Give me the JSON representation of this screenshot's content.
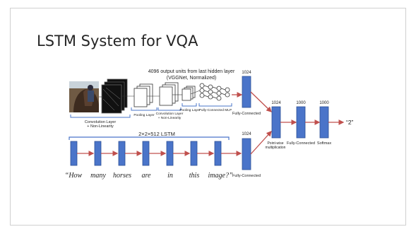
{
  "slide": {
    "title": "LSTM System for VQA"
  },
  "colors": {
    "block_fill": "#4a74c9",
    "block_stroke": "#2d5097",
    "arrow": "#c0504d",
    "text": "#222222"
  },
  "cnn": {
    "header_line1": "4096 output  units from last hidden layer",
    "header_line2": "(VGGNet, Normalized)",
    "conv_label_line1": "Convolution Layer",
    "conv_label_line2": "+ Non-Linearity",
    "pooling_label_1": "Pooling Layer",
    "conv_label2_line1": "Convolution Layer",
    "conv_label2_line2": "+ Non-Linearity",
    "pooling_label_2": "Pooling  Layer",
    "fc_mlp_label": "Fully-Connected MLP"
  },
  "image_fc": {
    "size_label": "1024",
    "caption": "Fully-Connected"
  },
  "lstm": {
    "label": "2×2×512 LSTM",
    "words": [
      "“How",
      "many",
      "horses",
      "are",
      "in",
      "this",
      "image?”"
    ]
  },
  "question_fc": {
    "size_label": "1024",
    "caption": "Fully-Connected"
  },
  "fusion": {
    "size_label": "1024",
    "caption_line1": "Point-wise",
    "caption_line2": "multiplication"
  },
  "fc_final": {
    "size_label": "1000",
    "caption": "Fully-Connected"
  },
  "softmax": {
    "size_label": "1000",
    "caption": "Softmax"
  },
  "answer": "“2”"
}
